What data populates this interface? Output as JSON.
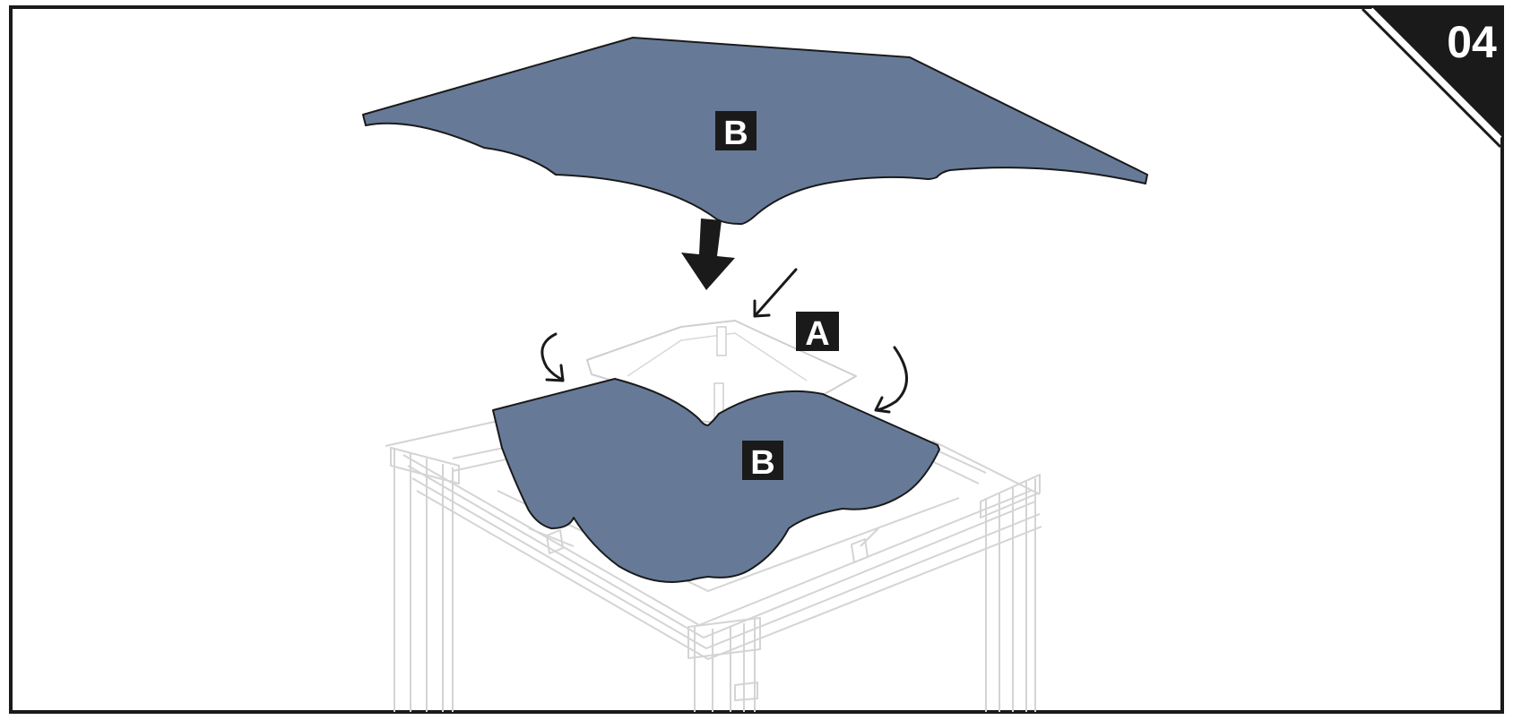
{
  "step": {
    "number": "04"
  },
  "labels": {
    "canopy_top": "B",
    "frame_cap": "A",
    "canopy_lower": "B"
  },
  "colors": {
    "canopy": "#667a98",
    "outline": "#1a1a1a",
    "frame_line": "#d6d6d6",
    "label_bg": "#1a1a1a",
    "label_text": "#ffffff"
  },
  "icons": {
    "down_arrow": "arrow-down-icon",
    "pointer_arrow": "pointer-arrow-icon",
    "curved_arrow_left": "curved-arrow-left-icon",
    "curved_arrow_right": "curved-arrow-right-icon"
  }
}
